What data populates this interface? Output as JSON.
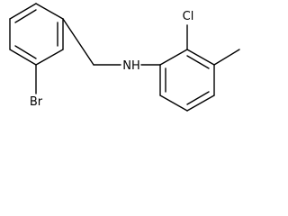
{
  "molecule": {
    "labels": {
      "bromine": "Br",
      "amine": "NH",
      "chlorine": "Cl"
    }
  }
}
